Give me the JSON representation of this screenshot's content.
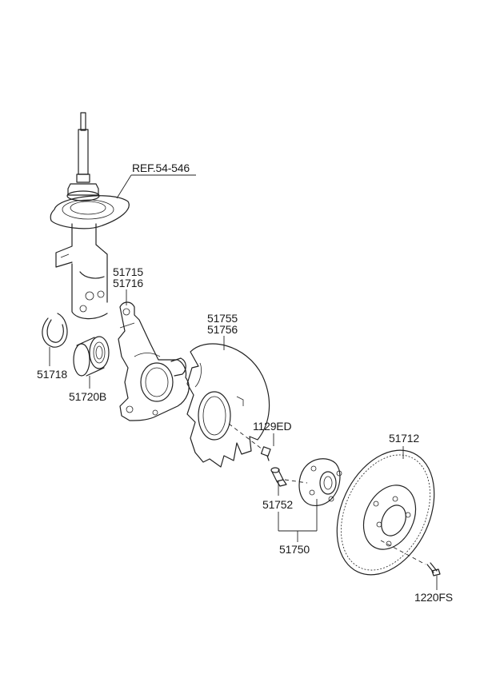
{
  "labels": {
    "ref": "REF.54-546",
    "p51715": "51715",
    "p51716": "51716",
    "p51718": "51718",
    "p51720b": "51720B",
    "p51755": "51755",
    "p51756": "51756",
    "p1129ed": "1129ED",
    "p51712": "51712",
    "p51752": "51752",
    "p51750": "51750",
    "p1220fs": "1220FS"
  },
  "colors": {
    "line": "#222222",
    "background": "#ffffff"
  }
}
